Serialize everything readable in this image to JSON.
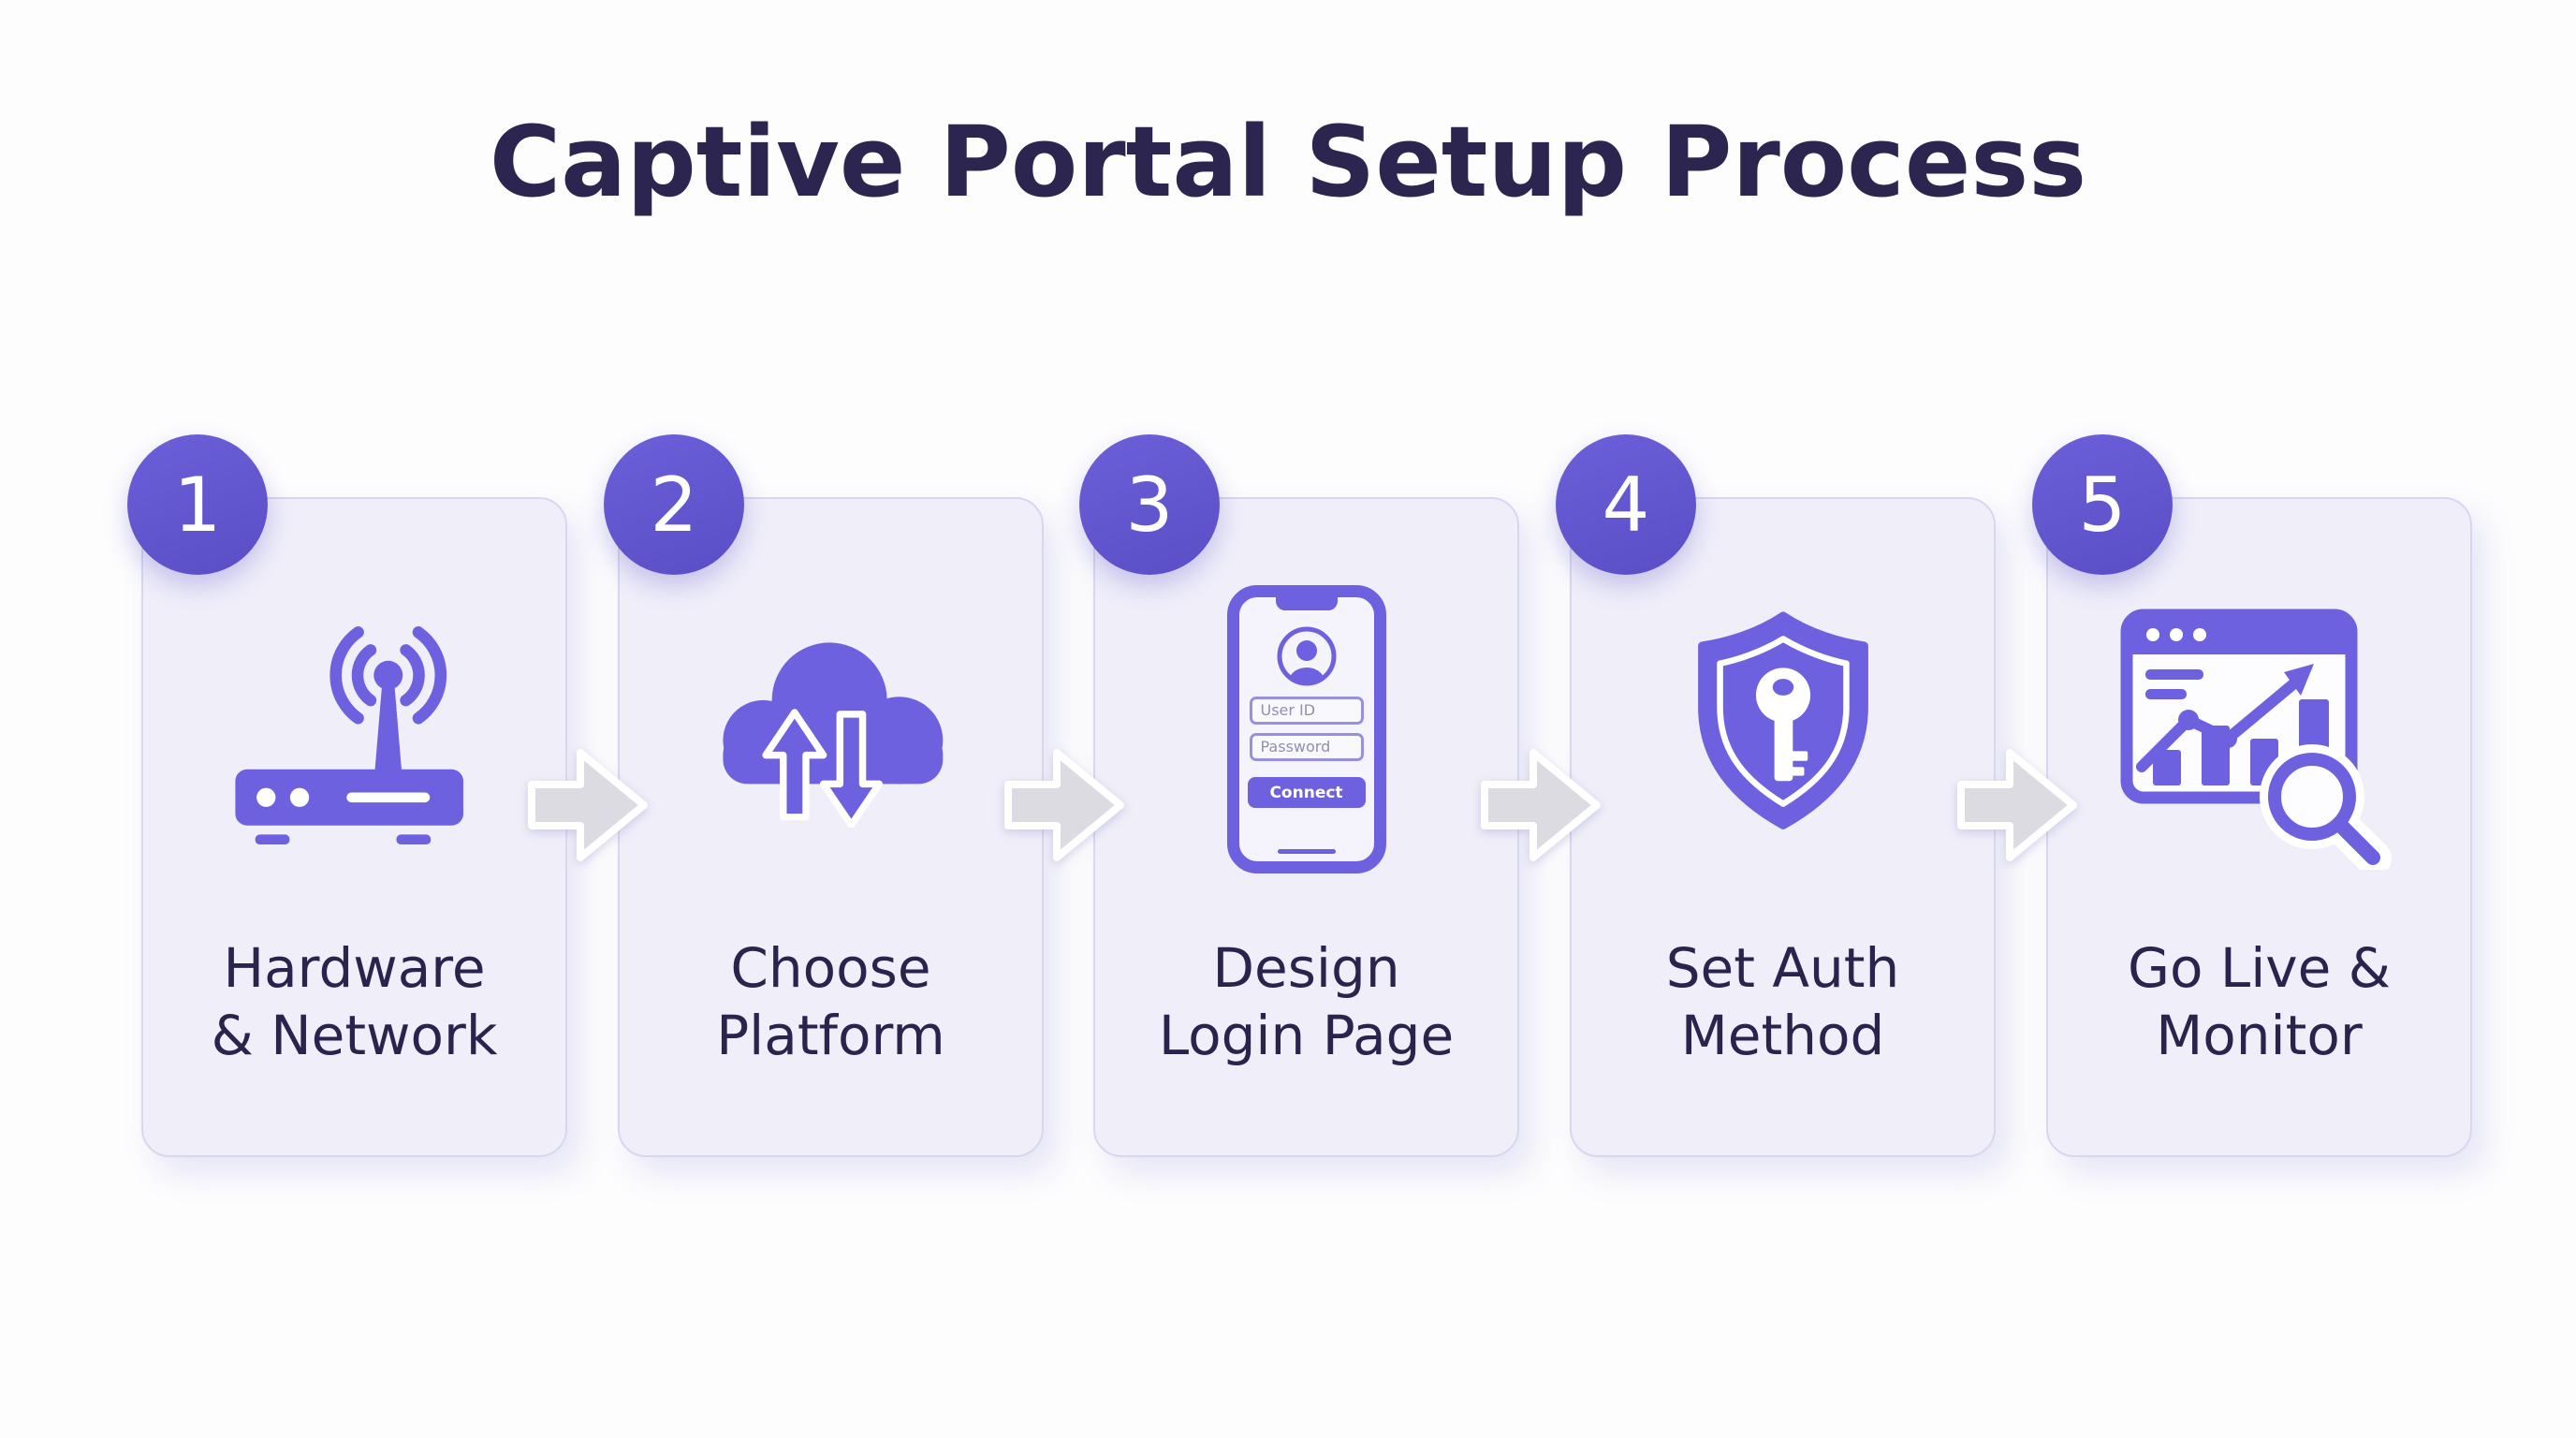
{
  "title": "Captive Portal Setup Process",
  "colors": {
    "page_bg": "#fdfdfe",
    "card_bg": "#efeef9",
    "card_border": "#d9d6f0",
    "accent": "#6d61e0",
    "badge_from": "#6c60da",
    "badge_to": "#5a4ec6",
    "title_text": "#2b2550",
    "label_text": "#29234d",
    "arrow_fill": "#dcdbe2",
    "input_border": "#978fe0",
    "input_text": "#918fae"
  },
  "steps": [
    {
      "number": "1",
      "label_line1": "Hardware",
      "label_line2": "& Network",
      "icon": "wifi-router"
    },
    {
      "number": "2",
      "label_line1": "Choose",
      "label_line2": "Platform",
      "icon": "cloud-transfer"
    },
    {
      "number": "3",
      "label_line1": "Design",
      "label_line2": "Login Page",
      "icon": "phone-login",
      "phone": {
        "user_id": "User ID",
        "password": "Password",
        "connect": "Connect"
      }
    },
    {
      "number": "4",
      "label_line1": "Set Auth",
      "label_line2": "Method",
      "icon": "shield-key"
    },
    {
      "number": "5",
      "label_line1": "Go Live &",
      "label_line2": "Monitor",
      "icon": "analytics-browser"
    }
  ]
}
